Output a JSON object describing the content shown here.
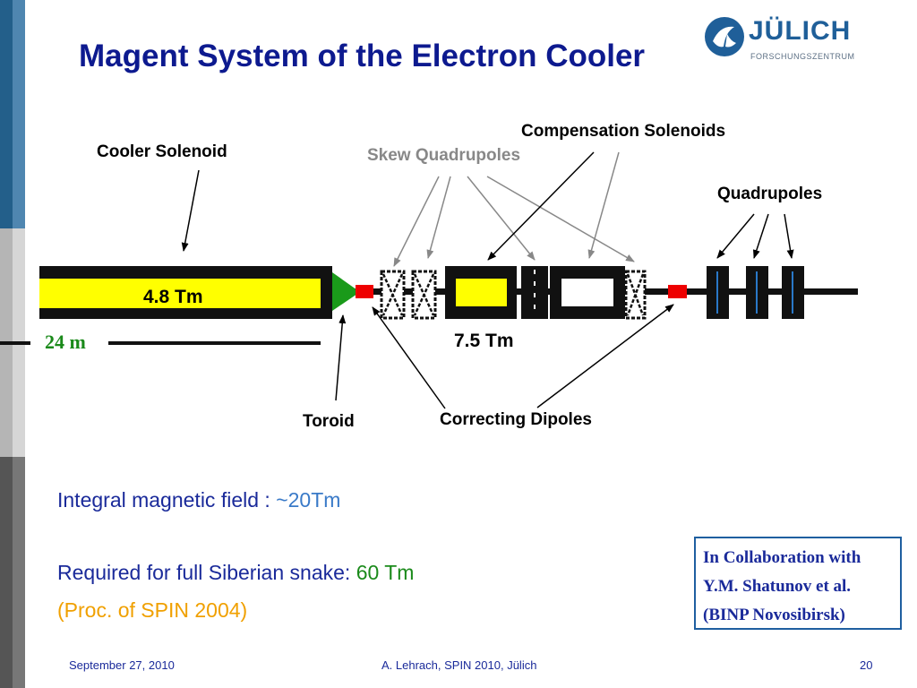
{
  "title": "Magent System of the Electron Cooler",
  "logo": {
    "name": "JÜLICH",
    "subtitle": "FORSCHUNGSZENTRUM"
  },
  "diagram": {
    "labels": {
      "cooler_solenoid": "Cooler Solenoid",
      "compensation_solenoids": "Compensation Solenoids",
      "skew_quadrupoles": "Skew Quadrupoles",
      "quadrupoles": "Quadrupoles",
      "cooler_field": "4.8 Tm",
      "length": "24 m",
      "compensation_field": "7.5 Tm",
      "toroid": "Toroid",
      "correcting_dipoles": "Correcting Dipoles"
    }
  },
  "info": {
    "integral_label": "Integral magnetic field : ",
    "integral_value": "~20Tm",
    "required_label": "Required for full Siberian snake: ",
    "required_value": "60 Tm",
    "proc": "(Proc. of SPIN 2004)"
  },
  "collaboration": {
    "line1": "In Collaboration with",
    "line2": "Y.M. Shatunov et al.",
    "line3": "(BINP Novosibirsk)"
  },
  "footer": {
    "date": "September 27, 2010",
    "center": "A. Lehrach, SPIN 2010, Jülich",
    "page": "20"
  },
  "colors": {
    "title": "#0d1a8f",
    "info_text": "#1a2a9a",
    "integral_value": "#3a7ac8",
    "required_value": "#1a8a1a",
    "proc": "#f0a000",
    "yellow": "#ffff00",
    "toroid": "#1a9a1a",
    "dipole": "#ee0000"
  }
}
